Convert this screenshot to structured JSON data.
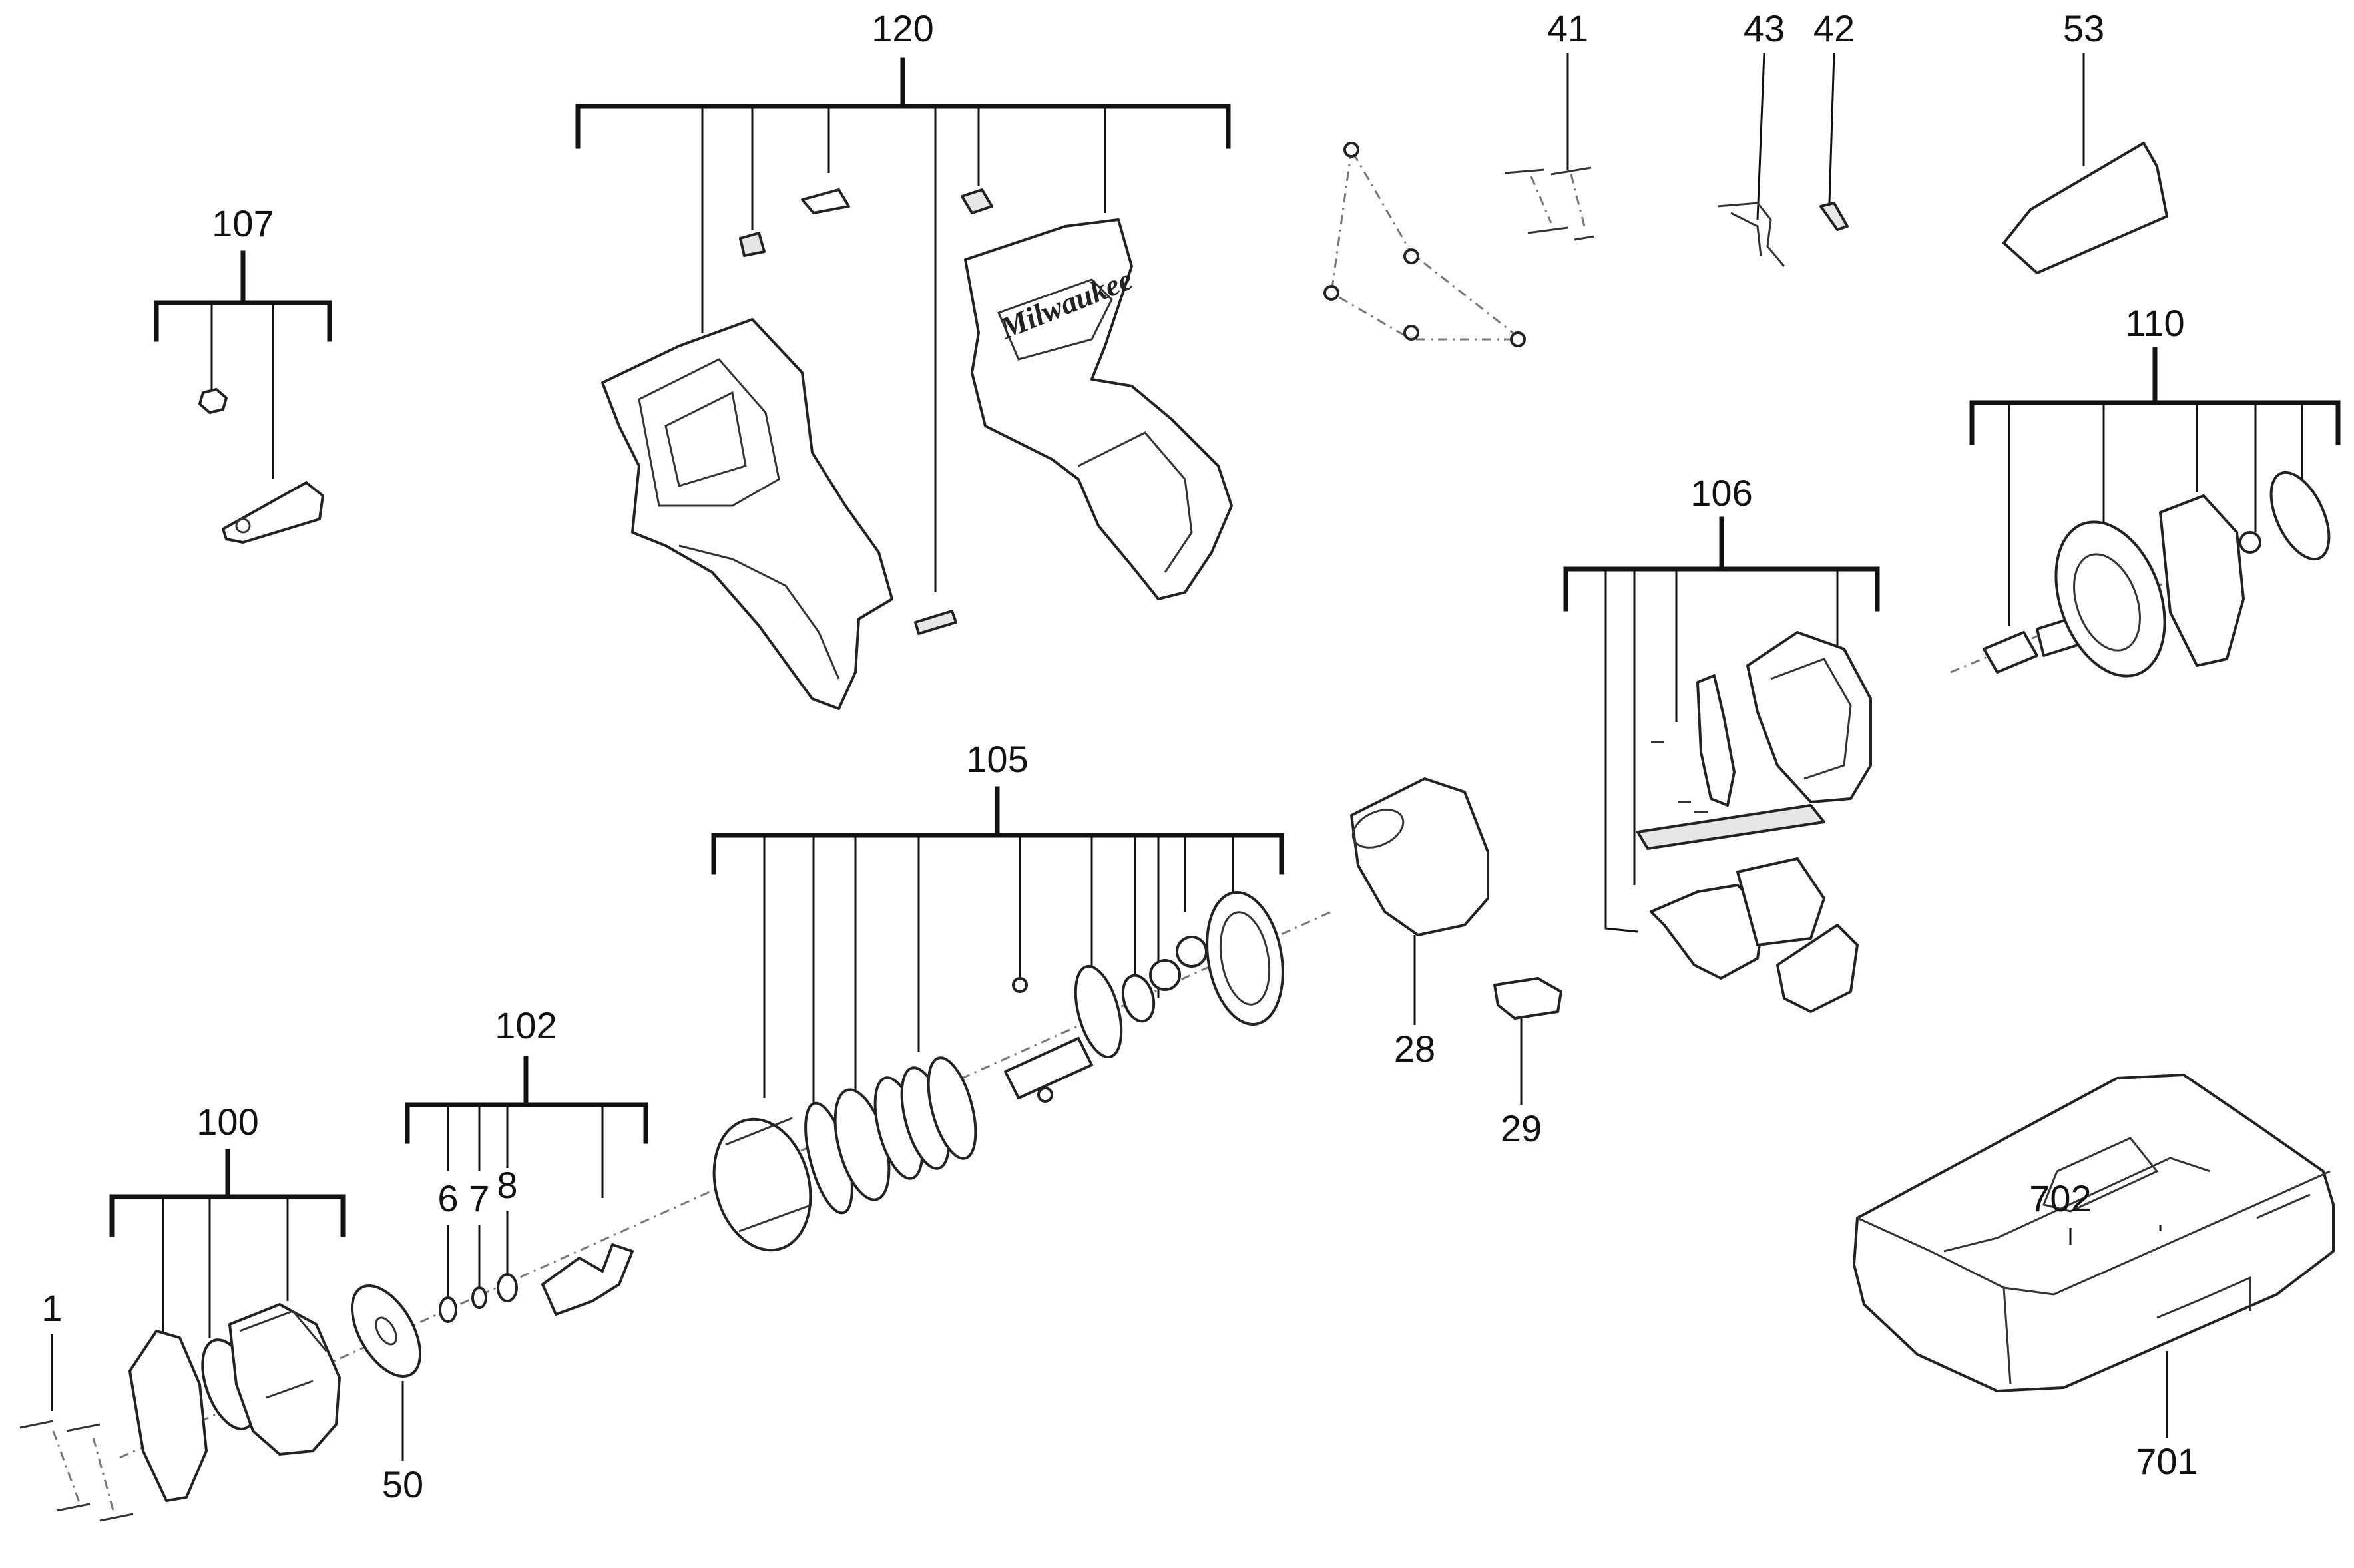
{
  "labels": {
    "l120": "120",
    "l107": "107",
    "l41": "41",
    "l43": "43",
    "l42": "42",
    "l53": "53",
    "l110": "110",
    "l106": "106",
    "l105": "105",
    "l28": "28",
    "l29": "29",
    "l102": "102",
    "l6": "6",
    "l7": "7",
    "l8": "8",
    "l100": "100",
    "l1": "1",
    "l50": "50",
    "l702": "702",
    "l701": "701"
  },
  "brand_mark": "Milwaukee"
}
